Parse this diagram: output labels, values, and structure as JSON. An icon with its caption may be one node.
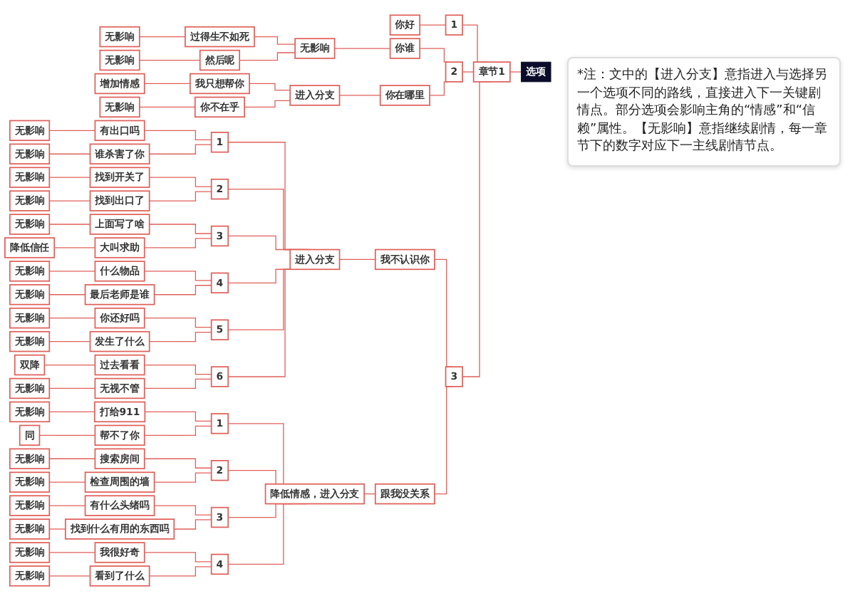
{
  "diagram": {
    "nodes": [
      {
        "text": [
          "选项"
        ]
      },
      {
        "text": [
          "章节1"
        ]
      },
      {
        "text": [
          "1"
        ]
      },
      {
        "text": [
          "你好"
        ]
      },
      {
        "text": [
          "2"
        ]
      },
      {
        "text": [
          "你谁"
        ]
      },
      {
        "text": [
          "无影响"
        ]
      },
      {
        "text": [
          "过得生不如死"
        ]
      },
      {
        "text": [
          "无影响"
        ]
      },
      {
        "text": [
          "然后呢"
        ]
      },
      {
        "text": [
          "无影响"
        ]
      },
      {
        "text": [
          "你在哪里"
        ]
      },
      {
        "text": [
          "进入分支"
        ]
      },
      {
        "text": [
          "我只想帮你"
        ]
      },
      {
        "text": [
          "增加情感"
        ]
      },
      {
        "text": [
          "你不在乎"
        ]
      },
      {
        "text": [
          "无影响"
        ]
      },
      {
        "text": [
          "3"
        ]
      },
      {
        "text": [
          "我不认识你"
        ]
      },
      {
        "text": [
          "进入分支"
        ]
      },
      {
        "text": [
          "1"
        ]
      },
      {
        "text": [
          "有出口吗"
        ]
      },
      {
        "text": [
          "无影响"
        ]
      },
      {
        "text": [
          "谁杀害了你"
        ]
      },
      {
        "text": [
          "无影响"
        ]
      },
      {
        "text": [
          "2"
        ]
      },
      {
        "text": [
          "找到开关了"
        ]
      },
      {
        "text": [
          "无影响"
        ]
      },
      {
        "text": [
          "找到出口了"
        ]
      },
      {
        "text": [
          "无影响"
        ]
      },
      {
        "text": [
          "3"
        ]
      },
      {
        "text": [
          "上面写了啥"
        ]
      },
      {
        "text": [
          "无影响"
        ]
      },
      {
        "text": [
          "大叫求助"
        ]
      },
      {
        "text": [
          "降低信任"
        ]
      },
      {
        "text": [
          "4"
        ]
      },
      {
        "text": [
          "什么物品"
        ]
      },
      {
        "text": [
          "无影响"
        ]
      },
      {
        "text": [
          "最后老师是谁"
        ]
      },
      {
        "text": [
          "无影响"
        ]
      },
      {
        "text": [
          "5"
        ]
      },
      {
        "text": [
          "你还好吗"
        ]
      },
      {
        "text": [
          "无影响"
        ]
      },
      {
        "text": [
          "发生了什么"
        ]
      },
      {
        "text": [
          "无影响"
        ]
      },
      {
        "text": [
          "6"
        ]
      },
      {
        "text": [
          "过去看看"
        ]
      },
      {
        "text": [
          "双降"
        ]
      },
      {
        "text": [
          "无视不管"
        ]
      },
      {
        "text": [
          "无影响"
        ]
      },
      {
        "text": [
          "跟我没关系"
        ]
      },
      {
        "text": [
          "降低情感，进入分支"
        ]
      },
      {
        "text": [
          "1"
        ]
      },
      {
        "text": [
          "打给911"
        ]
      },
      {
        "text": [
          "无影响"
        ]
      },
      {
        "text": [
          "帮不了你"
        ]
      },
      {
        "text": [
          "同"
        ]
      },
      {
        "text": [
          "2"
        ]
      },
      {
        "text": [
          "搜索房间"
        ]
      },
      {
        "text": [
          "无影响"
        ]
      },
      {
        "text": [
          "检查周围的墙"
        ]
      },
      {
        "text": [
          "无影响"
        ]
      },
      {
        "text": [
          "3"
        ]
      },
      {
        "text": [
          "有什么头绪吗"
        ]
      },
      {
        "text": [
          "无影响"
        ]
      },
      {
        "text": [
          "找到什么有用的东西吗"
        ]
      },
      {
        "text": [
          "无影响"
        ]
      },
      {
        "text": [
          "4"
        ]
      },
      {
        "text": [
          "我很好奇"
        ]
      },
      {
        "text": [
          "无影响"
        ]
      },
      {
        "text": [
          "看到了什么"
        ]
      },
      {
        "text": [
          "无影响"
        ]
      }
    ],
    "edges": [
      {
        "from": 0,
        "to": 1,
        "arrow": "none"
      },
      {
        "from": 1,
        "to": 2,
        "arrow": "none"
      },
      {
        "from": 2,
        "to": 3,
        "arrow": "none"
      },
      {
        "from": 1,
        "to": 4,
        "arrow": "none"
      },
      {
        "from": 4,
        "to": 5,
        "arrow": "none"
      },
      {
        "from": 5,
        "to": 6,
        "arrow": "none"
      },
      {
        "from": 6,
        "to": 7,
        "arrow": "none"
      },
      {
        "from": 7,
        "to": 8,
        "arrow": "none"
      },
      {
        "from": 6,
        "to": 9,
        "arrow": "none"
      },
      {
        "from": 9,
        "to": 10,
        "arrow": "none"
      },
      {
        "from": 4,
        "to": 11,
        "arrow": "none"
      },
      {
        "from": 11,
        "to": 12,
        "arrow": "none"
      },
      {
        "from": 12,
        "to": 13,
        "arrow": "none"
      },
      {
        "from": 13,
        "to": 14,
        "arrow": "none"
      },
      {
        "from": 12,
        "to": 15,
        "arrow": "none"
      },
      {
        "from": 15,
        "to": 16,
        "arrow": "none"
      },
      {
        "from": 1,
        "to": 17,
        "arrow": "none"
      },
      {
        "from": 17,
        "to": 18,
        "arrow": "none"
      },
      {
        "from": 18,
        "to": 19,
        "arrow": "none"
      },
      {
        "from": 19,
        "to": 20,
        "arrow": "none"
      },
      {
        "from": 20,
        "to": 21,
        "arrow": "none"
      },
      {
        "from": 21,
        "to": 22,
        "arrow": "none"
      },
      {
        "from": 20,
        "to": 23,
        "arrow": "none"
      },
      {
        "from": 23,
        "to": 24,
        "arrow": "none"
      },
      {
        "from": 19,
        "to": 25,
        "arrow": "none"
      },
      {
        "from": 25,
        "to": 26,
        "arrow": "none"
      },
      {
        "from": 26,
        "to": 27,
        "arrow": "none"
      },
      {
        "from": 25,
        "to": 28,
        "arrow": "none"
      },
      {
        "from": 28,
        "to": 29,
        "arrow": "none"
      },
      {
        "from": 19,
        "to": 30,
        "arrow": "none"
      },
      {
        "from": 30,
        "to": 31,
        "arrow": "none"
      },
      {
        "from": 31,
        "to": 32,
        "arrow": "none"
      },
      {
        "from": 30,
        "to": 33,
        "arrow": "none"
      },
      {
        "from": 33,
        "to": 34,
        "arrow": "none"
      },
      {
        "from": 19,
        "to": 35,
        "arrow": "none"
      },
      {
        "from": 35,
        "to": 36,
        "arrow": "none"
      },
      {
        "from": 36,
        "to": 37,
        "arrow": "none"
      },
      {
        "from": 35,
        "to": 38,
        "arrow": "none"
      },
      {
        "from": 38,
        "to": 39,
        "arrow": "none"
      },
      {
        "from": 19,
        "to": 40,
        "arrow": "none"
      },
      {
        "from": 40,
        "to": 41,
        "arrow": "none"
      },
      {
        "from": 41,
        "to": 42,
        "arrow": "none"
      },
      {
        "from": 40,
        "to": 43,
        "arrow": "none"
      },
      {
        "from": 43,
        "to": 44,
        "arrow": "none"
      },
      {
        "from": 19,
        "to": 45,
        "arrow": "none"
      },
      {
        "from": 45,
        "to": 46,
        "arrow": "none"
      },
      {
        "from": 46,
        "to": 47,
        "arrow": "none"
      },
      {
        "from": 45,
        "to": 48,
        "arrow": "none"
      },
      {
        "from": 48,
        "to": 49,
        "arrow": "none"
      },
      {
        "from": 17,
        "to": 50,
        "arrow": "none"
      },
      {
        "from": 50,
        "to": 51,
        "arrow": "none"
      },
      {
        "from": 51,
        "to": 52,
        "arrow": "none"
      },
      {
        "from": 52,
        "to": 53,
        "arrow": "none"
      },
      {
        "from": 53,
        "to": 54,
        "arrow": "none"
      },
      {
        "from": 52,
        "to": 55,
        "arrow": "none"
      },
      {
        "from": 55,
        "to": 56,
        "arrow": "none"
      },
      {
        "from": 51,
        "to": 57,
        "arrow": "none"
      },
      {
        "from": 57,
        "to": 58,
        "arrow": "none"
      },
      {
        "from": 58,
        "to": 59,
        "arrow": "none"
      },
      {
        "from": 57,
        "to": 60,
        "arrow": "none"
      },
      {
        "from": 60,
        "to": 61,
        "arrow": "none"
      },
      {
        "from": 51,
        "to": 62,
        "arrow": "none"
      },
      {
        "from": 62,
        "to": 63,
        "arrow": "none"
      },
      {
        "from": 63,
        "to": 64,
        "arrow": "none"
      },
      {
        "from": 62,
        "to": 65,
        "arrow": "none"
      },
      {
        "from": 65,
        "to": 66,
        "arrow": "none"
      },
      {
        "from": 51,
        "to": 67,
        "arrow": "none"
      },
      {
        "from": 67,
        "to": 68,
        "arrow": "none"
      },
      {
        "from": 68,
        "to": 69,
        "arrow": "none"
      },
      {
        "from": 67,
        "to": 70,
        "arrow": "none"
      },
      {
        "from": 70,
        "to": 71,
        "arrow": "none"
      }
    ],
    "labels": [
      "*注：文中的【进入分支】意指进入与选择另一个选项不同的路线，直接进入下一关键剧情点。部分选项会影响主角的“情感”和“信赖”属性。【无影响】意指继续剧情，每一章节下的数字对应下一主线剧情节点。"
    ]
  }
}
